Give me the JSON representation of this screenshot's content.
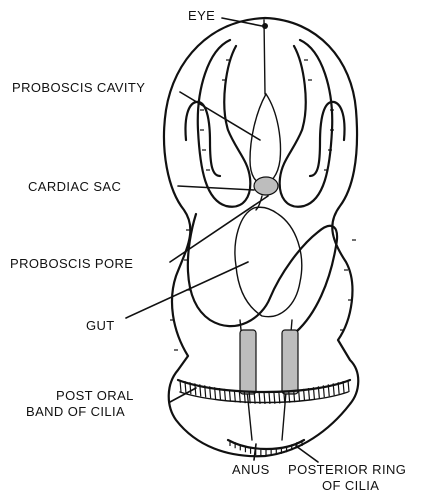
{
  "labels": {
    "eye": "EYE",
    "proboscis_cavity": "PROBOSCIS CAVITY",
    "cardiac_sac": "CARDIAC SAC",
    "proboscis_pore": "PROBOSCIS PORE",
    "gut": "GUT",
    "post_oral_band_line1": "POST ORAL",
    "post_oral_band_line2": "BAND OF CILIA",
    "anus": "ANUS",
    "posterior_ring_line1": "POSTERIOR RING",
    "posterior_ring_line2": "OF CILIA"
  },
  "colors": {
    "ink": "#111111",
    "background": "#ffffff",
    "stipple": "#bdbdbd"
  }
}
